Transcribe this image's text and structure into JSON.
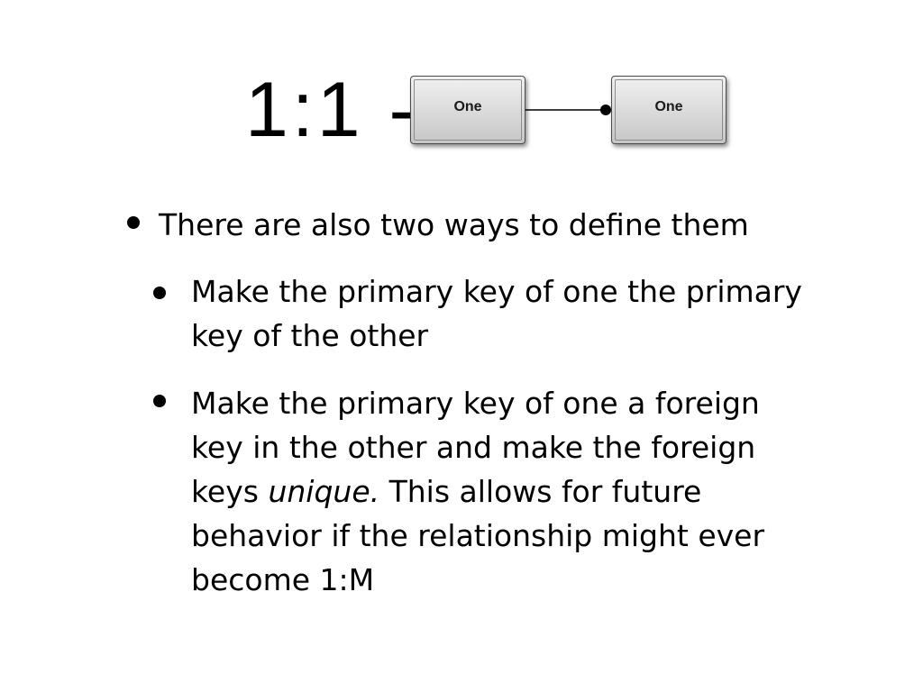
{
  "slide": {
    "title": "1:1 -",
    "diagram": {
      "left_entity": "One",
      "right_entity": "One"
    },
    "bullets": {
      "main": "There are also two ways to define them",
      "sub1": {
        "line1": "Make the primary key of one the primary",
        "line2": "key of the other"
      },
      "sub2": {
        "line1": "Make the primary key of one a foreign",
        "line2": "key in the other and make the foreign",
        "line3_prefix": "keys ",
        "line3_italic": "unique.",
        "line3_suffix": " This allows for future",
        "line4": "behavior if the relationship might ever",
        "line5": "become 1:M"
      }
    }
  }
}
